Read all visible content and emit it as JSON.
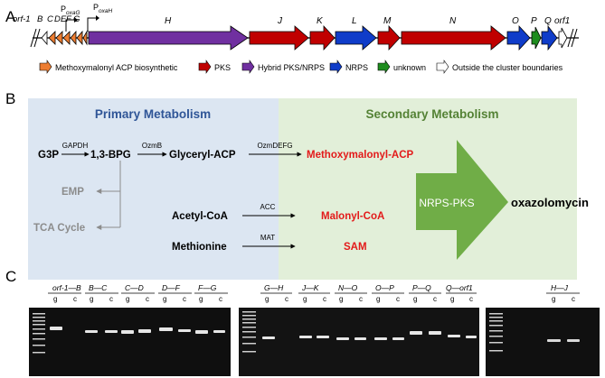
{
  "panel_a": {
    "letter": "A",
    "left_labels": [
      "orf-1",
      "B",
      "C",
      "D",
      "E",
      "F",
      "G"
    ],
    "promoter_g": "P",
    "promoter_g_sub": "oxaG",
    "promoter_h": "P",
    "promoter_h_sub": "oxaH",
    "gene_labels": [
      "H",
      "J",
      "K",
      "L",
      "M",
      "N",
      "O",
      "P",
      "Q",
      "orf1"
    ],
    "legend": [
      {
        "label": "Methoxymalonyl ACP biosynthetic",
        "color": "#ed7d31"
      },
      {
        "label": "PKS",
        "color": "#c00000"
      },
      {
        "label": "Hybrid PKS/NRPS",
        "color": "#7030a0"
      },
      {
        "label": "NRPS",
        "color": "#0f3cc9"
      },
      {
        "label": "unknown",
        "color": "#1e8c1e"
      },
      {
        "label": "Outside the cluster boundaries",
        "color": "#ffffff"
      }
    ]
  },
  "panel_b": {
    "letter": "B",
    "primary_title": "Primary Metabolism",
    "secondary_title": "Secondary Metabolism",
    "g3p": "G3P",
    "gapdh": "GAPDH",
    "bpg": "1,3-BPG",
    "ozmb": "OzmB",
    "glyceryl": "Glyceryl-ACP",
    "ozmdefg": "OzmDEFG",
    "methoxymalonyl": "Methoxymalonyl-ACP",
    "emp": "EMP",
    "tca": "TCA Cycle",
    "acetyl": "Acetyl-CoA",
    "acc": "ACC",
    "malonyl": "Malonyl-CoA",
    "methionine": "Methionine",
    "mat": "MAT",
    "sam": "SAM",
    "nrps_pks": "NRPS-PKS",
    "product": "oxazolomycin"
  },
  "panel_c": {
    "letter": "C",
    "gel1_pairs": [
      "orf-1—B",
      "B—C",
      "C—D",
      "D—F",
      "F—G"
    ],
    "gel2_pairs": [
      "G—H",
      "J—K",
      "N—O",
      "O—P",
      "P—Q",
      "Q—orf1"
    ],
    "gel3_pairs": [
      "H—J"
    ],
    "lane_g": "g",
    "lane_c": "c"
  }
}
